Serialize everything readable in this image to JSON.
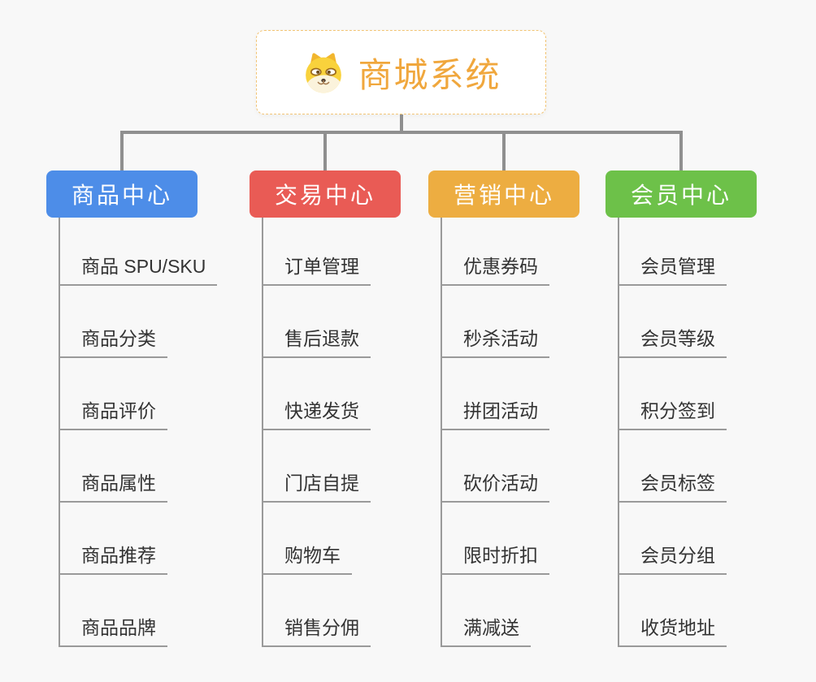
{
  "root": {
    "title": "商城系统",
    "icon": "doge-icon"
  },
  "colors": {
    "root_accent": "#F0A73D",
    "root_border": "#F2C474",
    "connector": "#8F8F8F",
    "leaf_line": "#9A9A9A",
    "leaf_text": "#333333",
    "background": "#F8F8F8"
  },
  "branches": [
    {
      "label": "商品中心",
      "color": "#4D8DE8",
      "children": [
        "商品 SPU/SKU",
        "商品分类",
        "商品评价",
        "商品属性",
        "商品推荐",
        "商品品牌"
      ]
    },
    {
      "label": "交易中心",
      "color": "#E95B55",
      "children": [
        "订单管理",
        "售后退款",
        "快递发货",
        "门店自提",
        "购物车",
        "销售分佣"
      ]
    },
    {
      "label": "营销中心",
      "color": "#EDAD41",
      "children": [
        "优惠券码",
        "秒杀活动",
        "拼团活动",
        "砍价活动",
        "限时折扣",
        "满减送"
      ]
    },
    {
      "label": "会员中心",
      "color": "#6DC149",
      "children": [
        "会员管理",
        "会员等级",
        "积分签到",
        "会员标签",
        "会员分组",
        "收货地址"
      ]
    }
  ]
}
